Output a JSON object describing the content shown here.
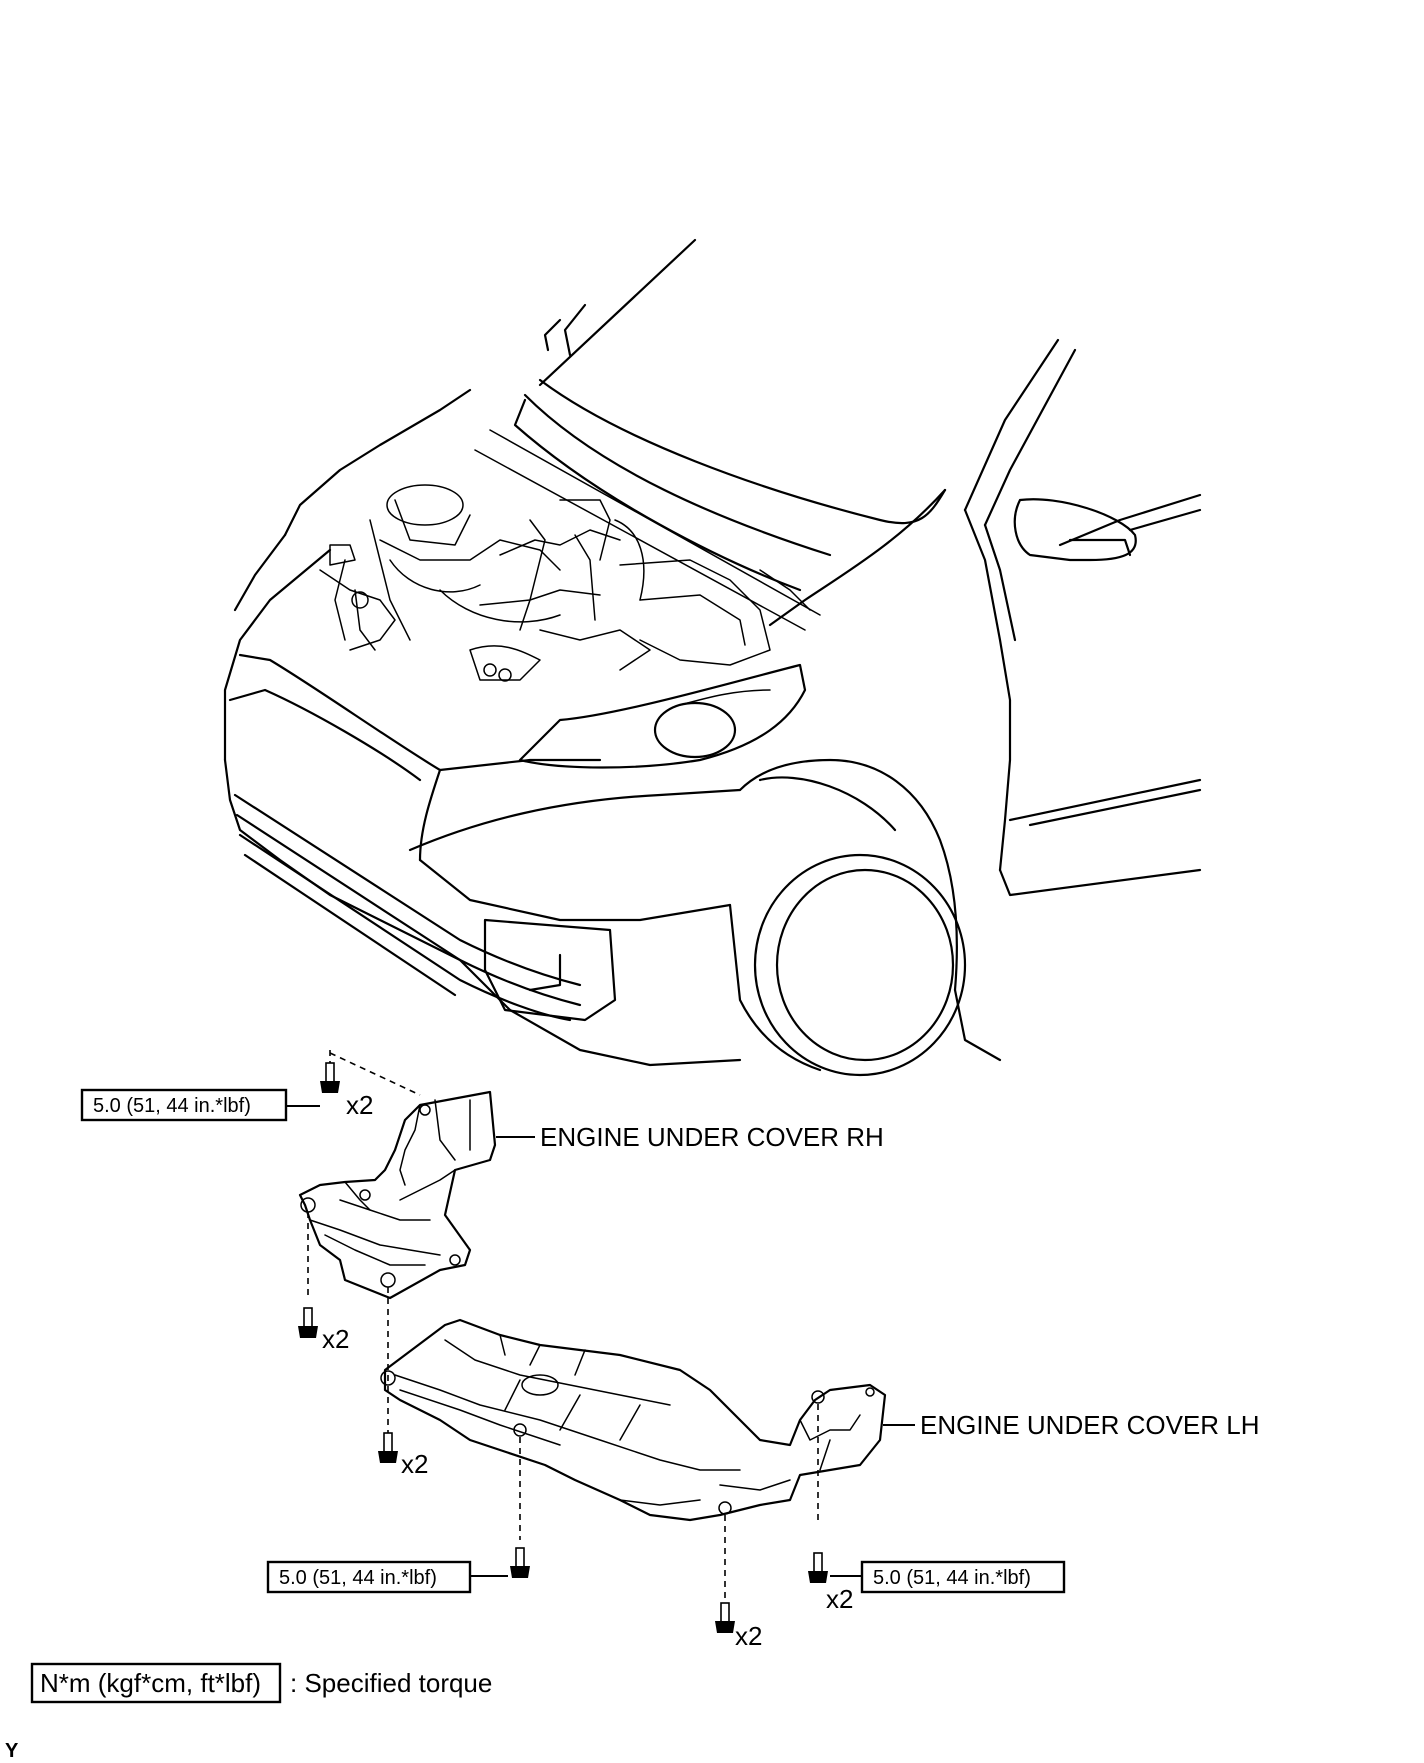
{
  "labels": {
    "cover_rh": "ENGINE UNDER COVER RH",
    "cover_lh": "ENGINE UNDER COVER LH"
  },
  "torque": {
    "top_left": "5.0 (51, 44 in.*lbf)",
    "bottom_left": "5.0 (51, 44 in.*lbf)",
    "bottom_right": "5.0 (51, 44 in.*lbf)"
  },
  "quantities": {
    "q1": "x2",
    "q2": "x2",
    "q3": "x2",
    "q4": "x2",
    "q5": "x2"
  },
  "legend": {
    "unit": "N*m (kgf*cm, ft*lbf)",
    "desc": ": Specified torque"
  },
  "figure_code": "Y"
}
